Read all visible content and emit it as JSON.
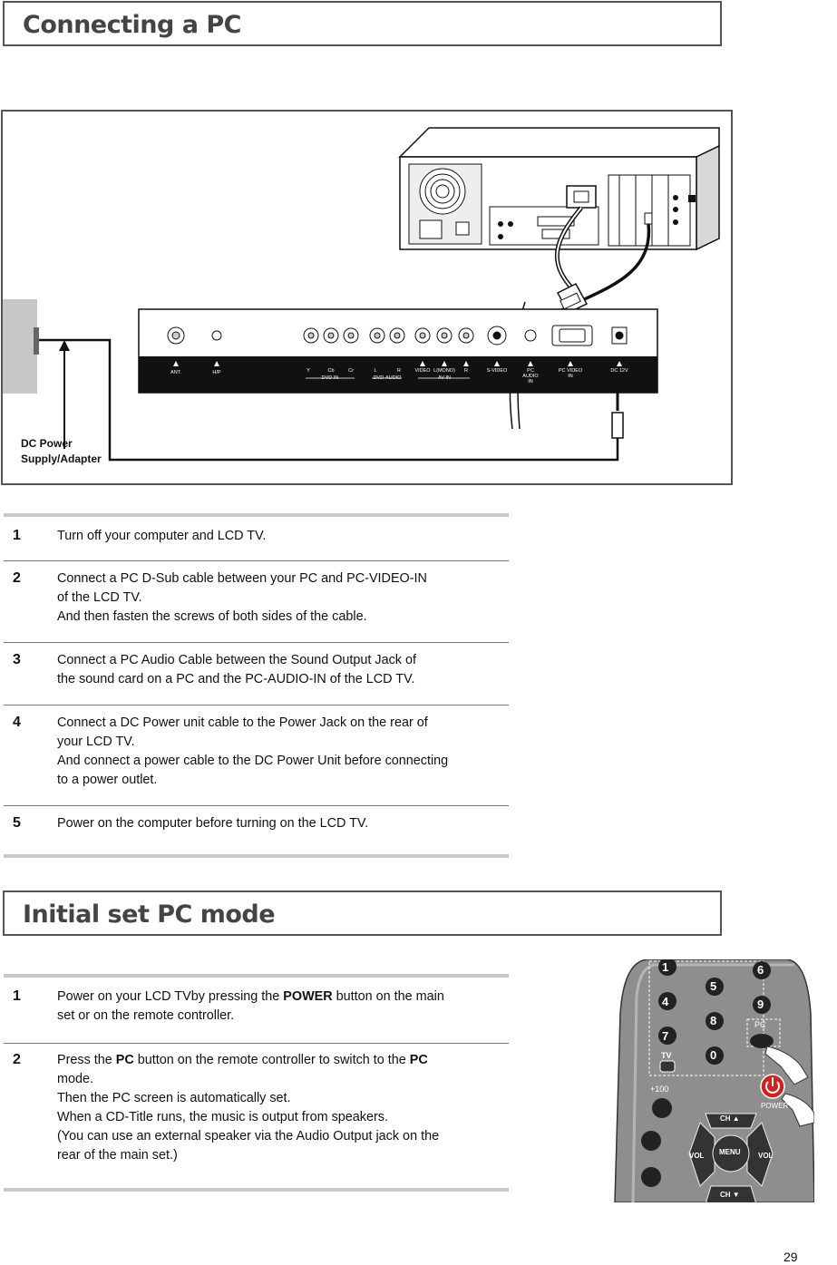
{
  "section1": {
    "title": "Connecting a PC",
    "diagram": {
      "dc_label_line1": "DC Power",
      "dc_label_line2": "Supply/Adapter",
      "ports": {
        "ant": "ANT.",
        "hp": "H/P",
        "y": "Y",
        "cb": "Cb",
        "cr": "Cr",
        "dvd_in": "DVD IN",
        "l": "L",
        "r": "R",
        "dvd_audio": "DVD-AUDIO",
        "video": "VIDEO",
        "l_mono": "L(MONO)",
        "r2": "R",
        "av_in": "AV-IN",
        "s_video": "S-VIDEO",
        "pc_audio_in": "PC AUDIO IN",
        "pc_video_in": "PC VIDEO IN",
        "dc12v": "DC 12V"
      }
    },
    "steps": [
      {
        "num": "1",
        "lines": [
          "Turn off your computer and LCD TV."
        ]
      },
      {
        "num": "2",
        "lines": [
          "Connect a PC D-Sub cable between your PC and PC-VIDEO-IN",
          "of the LCD TV.",
          "And then fasten the screws of both sides of the cable."
        ]
      },
      {
        "num": "3",
        "lines": [
          "Connect a PC Audio Cable between the Sound Output Jack of",
          "the sound card on a PC and the PC-AUDIO-IN of the LCD TV."
        ]
      },
      {
        "num": "4",
        "lines": [
          "Connect a DC Power unit cable to the Power Jack on the rear of",
          "your LCD TV.",
          "And connect a power cable to the DC Power Unit before connecting",
          "to a power outlet."
        ]
      },
      {
        "num": "5",
        "lines": [
          "Power on the computer before turning on the LCD TV."
        ]
      }
    ]
  },
  "section2": {
    "title": "Initial set PC mode",
    "steps": [
      {
        "num": "1",
        "line1_pre": "Power on your LCD TVby pressing the ",
        "line1_bold": "POWER",
        "line1_post": " button on the main",
        "line2": "set or on the remote controller."
      },
      {
        "num": "2",
        "line1_pre": "Press the ",
        "line1_bold": "PC",
        "line1_mid": " button on the remote controller to switch to the ",
        "line1_bold2": "PC",
        "line2": "mode.",
        "line3": "Then the PC screen is automatically set.",
        "line4": "When a CD-Title runs, the music is output from speakers.",
        "line5": "(You can use an external speaker via the Audio Output jack on the",
        "line6": "rear of the main set.)"
      }
    ]
  },
  "remote": {
    "digits": [
      "1",
      "5",
      "6",
      "4",
      "8",
      "9",
      "7",
      "0"
    ],
    "pc": "PC",
    "tv": "TV",
    "plus100": "+100",
    "power": "POWER",
    "ch_up": "CH ▲",
    "ch_down": "CH ▼",
    "vol_left": "VOL",
    "vol_right": "VOL",
    "menu": "MENU"
  },
  "page_number": "29"
}
